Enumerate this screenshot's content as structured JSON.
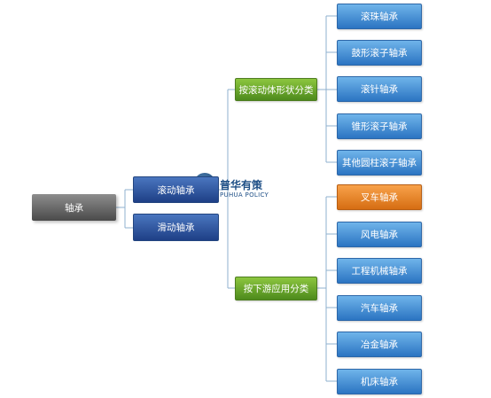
{
  "root": {
    "label": "轴承"
  },
  "level1": [
    {
      "label": "滚动轴承"
    },
    {
      "label": "滑动轴承"
    }
  ],
  "level2": [
    {
      "label": "按滚动体形状分类"
    },
    {
      "label": "按下游应用分类"
    }
  ],
  "shape_group": [
    {
      "label": "滚珠轴承"
    },
    {
      "label": "鼓形滚子轴承"
    },
    {
      "label": "滚针轴承"
    },
    {
      "label": "锥形滚子轴承"
    },
    {
      "label": "其他圆柱滚子轴承"
    }
  ],
  "application_group": [
    {
      "label": "叉车轴承",
      "highlighted": true
    },
    {
      "label": "风电轴承"
    },
    {
      "label": "工程机械轴承"
    },
    {
      "label": "汽车轴承"
    },
    {
      "label": "冶金轴承"
    },
    {
      "label": "机床轴承"
    }
  ],
  "watermark": {
    "name_cn": "普华有策",
    "name_en": "PUHUA POLICY"
  },
  "colors": {
    "root": "#5a5a5a",
    "level1": "#2a4f96",
    "level2": "#6aa42f",
    "leaf": "#3f8fd6",
    "highlight": "#e8801f",
    "connector": "#8fb0cf"
  }
}
